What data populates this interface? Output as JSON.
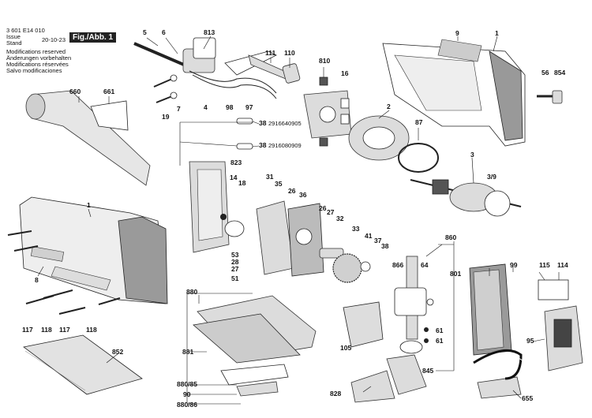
{
  "header": {
    "doc_number": "3 601 E14 010",
    "issue_label": "Issue",
    "stand_label": "Stand",
    "date": "20-10-23",
    "figure": "Fig./Abb. 1",
    "notes": [
      "Modifications reserved",
      "Änderungen vorbehalten",
      "Modifications réservées",
      "Salvo modificaciones"
    ]
  },
  "part_codes": {
    "code_upper": "2916640905",
    "code_lower": "2916080909"
  },
  "labels": {
    "l5": "5",
    "l6": "6",
    "l813": "813",
    "l111": "111",
    "l110": "110",
    "l9": "9",
    "l1a": "1",
    "l810": "810",
    "l16": "16",
    "l56": "56",
    "l854": "854",
    "l660": "660",
    "l661": "661",
    "l7": "7",
    "l19": "19",
    "l4": "4",
    "l98": "98",
    "l97": "97",
    "l2": "2",
    "l87": "87",
    "l3": "3",
    "l3_9": "3/9",
    "l38a": "38",
    "l38b": "38",
    "l823": "823",
    "l14": "14",
    "l18": "18",
    "l31": "31",
    "l35": "35",
    "l26a": "26",
    "l36": "36",
    "l26b": "26",
    "l27a": "27",
    "l32": "32",
    "l1b": "1",
    "l53": "53",
    "l28": "28",
    "l27b": "27",
    "l51": "51",
    "l33": "33",
    "l41": "41",
    "l37": "37",
    "l38c": "38",
    "l860": "860",
    "l866": "866",
    "l64": "64",
    "l801": "801",
    "l99": "99",
    "l115": "115",
    "l114": "114",
    "l8": "8",
    "l117a": "117",
    "l118a": "118",
    "l117b": "117",
    "l118b": "118",
    "l880": "880",
    "l881": "881",
    "l880_85": "880/85",
    "l90": "90",
    "l880_86": "880/86",
    "l852": "852",
    "l61a": "61",
    "l61b": "61",
    "l105": "105",
    "l845": "845",
    "l95": "95",
    "l828": "828",
    "l655": "655"
  },
  "colors": {
    "ink": "#111111",
    "background": "#ffffff",
    "fig_badge": "#222222"
  }
}
